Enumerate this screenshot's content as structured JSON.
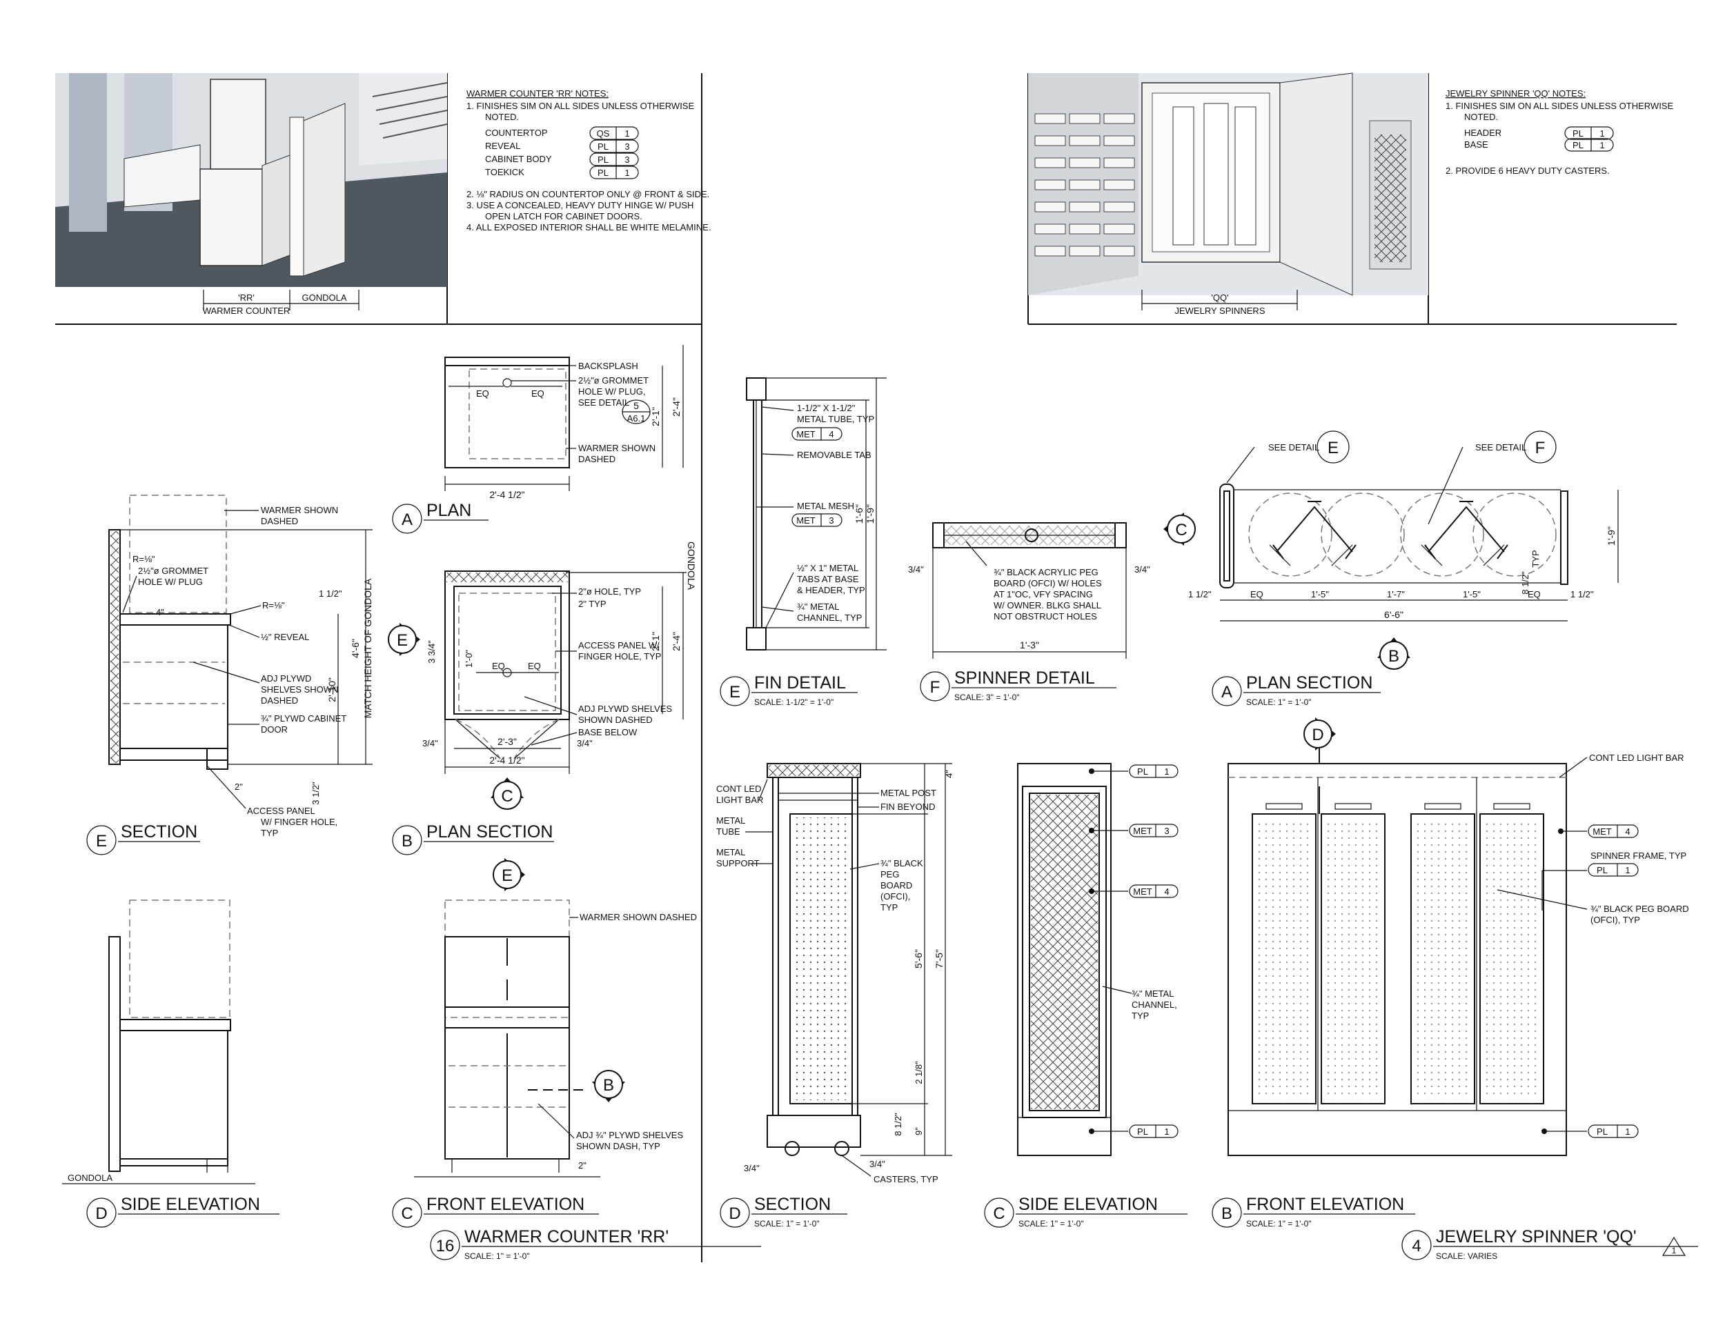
{
  "sheet": {
    "rr_renderings": {
      "rr_tag": "'RR'",
      "rr_name": "WARMER COUNTER",
      "gondola": "GONDOLA"
    },
    "qq_renderings": {
      "qq_tag": "'QQ'",
      "qq_name": "JEWELRY SPINNERS"
    },
    "rr_notes": {
      "heading": "WARMER COUNTER 'RR' NOTES:",
      "n1a": "1.   FINISHES SIM ON ALL SIDES UNLESS OTHERWISE",
      "n1b": "NOTED.",
      "finishes": [
        {
          "label": "COUNTERTOP",
          "code": "QS",
          "num": "1"
        },
        {
          "label": "REVEAL",
          "code": "PL",
          "num": "3"
        },
        {
          "label": "CABINET BODY",
          "code": "PL",
          "num": "3"
        },
        {
          "label": "TOEKICK",
          "code": "PL",
          "num": "1"
        }
      ],
      "n2": "2.   ⅛\" RADIUS ON COUNTERTOP ONLY @ FRONT & SIDE.",
      "n3a": "3.   USE A CONCEALED, HEAVY DUTY HINGE W/ PUSH",
      "n3b": "OPEN LATCH FOR CABINET DOORS.",
      "n4": "4.   ALL EXPOSED INTERIOR SHALL BE WHITE MELAMINE."
    },
    "qq_notes": {
      "heading": "JEWELRY SPINNER 'QQ' NOTES:",
      "n1a": "1.   FINISHES SIM ON ALL SIDES UNLESS OTHERWISE",
      "n1b": "NOTED.",
      "finishes": [
        {
          "label": "HEADER",
          "code": "PL",
          "num": "1"
        },
        {
          "label": "BASE",
          "code": "PL",
          "num": "1"
        }
      ],
      "n2": "2.   PROVIDE 6 HEAVY DUTY CASTERS."
    },
    "rr_plan": {
      "backsplash": "BACKSPLASH",
      "grommet1": "2½\"ø GROMMET",
      "grommet2": "HOLE W/ PLUG,",
      "grommet3": "SEE DETAIL",
      "detail_num": "5",
      "detail_sheet": "A6.1",
      "warmer1": "WARMER SHOWN",
      "warmer2": "DASHED",
      "eq": "EQ",
      "dim_w": "2'-4 1/2\"",
      "dim_d1": "2'-1\"",
      "dim_d2": "2'-4\""
    },
    "rr_section": {
      "warmer1": "WARMER SHOWN",
      "warmer2": "DASHED",
      "r1": "R=⅛\"",
      "grommet1": "2½\"ø GROMMET",
      "grommet2": "HOLE W/ PLUG",
      "r2": "R=⅛\"",
      "d4": "4\"",
      "d112": "1 1/2\"",
      "reveal": "½\" REVEAL",
      "shelves1": "ADJ PLYWD",
      "shelves2": "SHELVES SHOWN",
      "shelves3": "DASHED",
      "door1": "¾\" PLYWD CABINET",
      "door2": "DOOR",
      "dim_h": "4'-6\"",
      "match": "MATCH HEIGHT OF GONDOLA",
      "dim_h2": "2'-10\"",
      "d312": "3 1/2\"",
      "d2": "2\"",
      "access1": "ACCESS PANEL",
      "access2": "W/ FINGER HOLE,",
      "access3": "TYP"
    },
    "rr_plansec": {
      "gondola": "GONDOLA",
      "hole1": "2\"ø HOLE, TYP",
      "hole2": "2\" TYP",
      "access1": "ACCESS PANEL W/",
      "access2": "FINGER HOLE, TYP",
      "shelves1": "ADJ PLYWD SHELVES",
      "shelves2": "SHOWN DASHED",
      "base": "BASE BELOW",
      "d334": "3 3/4\"",
      "d10": "1'-0\"",
      "eq": "EQ",
      "dim_w1": "2'-3\"",
      "dim_w2": "2'-4 1/2\"",
      "d34": "3/4\"",
      "dim_d1": "2'-1\"",
      "dim_d2": "2'-4\""
    },
    "rr_front": {
      "warmer": "WARMER SHOWN DASHED",
      "shelves1": "ADJ ¾\" PLYWD SHELVES",
      "shelves2": "SHOWN DASH, TYP",
      "d2": "2\""
    },
    "rr_side": {
      "gondola": "GONDOLA"
    },
    "fin": {
      "tube1": "1-1/2\" X 1-1/2\"",
      "tube2": "METAL TUBE, TYP",
      "met4": "4",
      "tab": "REMOVABLE TAB",
      "mesh": "METAL MESH",
      "met3": "3",
      "tabs1": "½\" X 1\" METAL",
      "tabs2": "TABS AT BASE",
      "tabs3": "& HEADER, TYP",
      "chan1": "¾\" METAL",
      "chan2": "CHANNEL, TYP",
      "d16": "1'-6\"",
      "d19": "1'-9\""
    },
    "spinner": {
      "peg1": "¾\" BLACK ACRYLIC PEG",
      "peg2": "BOARD (OFCI) W/ HOLES",
      "peg3": "AT 1\"OC, VFY SPACING",
      "peg4": "W/ OWNER. BLKG SHALL",
      "peg5": "NOT OBSTRUCT HOLES",
      "d34": "3/4\"",
      "d13": "1'-3\""
    },
    "qq_plan": {
      "see_detail": "SEE DETAIL",
      "e": "E",
      "f": "F",
      "c": "C",
      "b": "B",
      "d112": "1 1/2\"",
      "eq": "EQ",
      "d15": "1'-5\"",
      "d17": "1'-7\"",
      "d66": "6'-6\"",
      "d19": "1'-9\"",
      "d812": "8 1/2\"",
      "typ": "TYP"
    },
    "qq_section": {
      "led1": "CONT LED",
      "led2": "LIGHT BAR",
      "tube1": "METAL",
      "tube2": "TUBE",
      "support1": "METAL",
      "support2": "SUPPORT",
      "post": "METAL POST",
      "fin": "FIN BEYOND",
      "peg1": "¾\" BLACK",
      "peg2": "PEG",
      "peg3": "BOARD",
      "peg4": "(OFCI),",
      "peg5": "TYP",
      "d4": "4\"",
      "d56": "5'-6\"",
      "d75": "7'-5\"",
      "d218": "2 1/8\"",
      "d812": "8 1/2\"",
      "d9": "9\"",
      "d34a": "3/4\"",
      "d34b": "3/4\"",
      "casters": "CASTERS, TYP"
    },
    "qq_side": {
      "pl": "PL",
      "met": "MET",
      "one": "1",
      "three": "3",
      "four": "4",
      "chan1": "¾\" METAL",
      "chan2": "CHANNEL,",
      "chan3": "TYP"
    },
    "qq_front": {
      "d": "D",
      "led": "CONT LED LIGHT BAR",
      "met": "MET",
      "four": "4",
      "frame": "SPINNER FRAME, TYP",
      "pl": "PL",
      "one": "1",
      "peg1": "¾\" BLACK PEG BOARD",
      "peg2": "(OFCI), TYP"
    },
    "titles": {
      "rr_e": {
        "l": "E",
        "t": "SECTION"
      },
      "rr_a": {
        "l": "A",
        "t": "PLAN"
      },
      "rr_b": {
        "l": "B",
        "t": "PLAN SECTION"
      },
      "rr_d": {
        "l": "D",
        "t": "SIDE ELEVATION"
      },
      "rr_c": {
        "l": "C",
        "t": "FRONT ELEVATION"
      },
      "rr_main": {
        "l": "16",
        "t": "WARMER COUNTER 'RR'",
        "s": "SCALE:  1\" = 1'-0\""
      },
      "qq_e": {
        "l": "E",
        "t": "FIN DETAIL",
        "s": "SCALE:  1-1/2\" = 1'-0\""
      },
      "qq_f": {
        "l": "F",
        "t": "SPINNER DETAIL",
        "s": "SCALE:  3\" = 1'-0\""
      },
      "qq_a": {
        "l": "A",
        "t": "PLAN SECTION",
        "s": "SCALE:  1\" = 1'-0\""
      },
      "qq_d": {
        "l": "D",
        "t": "SECTION",
        "s": "SCALE:  1\" = 1'-0\""
      },
      "qq_c": {
        "l": "C",
        "t": "SIDE ELEVATION",
        "s": "SCALE:  1\" = 1'-0\""
      },
      "qq_b": {
        "l": "B",
        "t": "FRONT ELEVATION",
        "s": "SCALE:  1\" = 1'-0\""
      },
      "qq_main": {
        "l": "4",
        "t": "JEWELRY SPINNER 'QQ'",
        "s": "SCALE:  VARIES"
      }
    },
    "callouts": {
      "e": "E",
      "c": "C",
      "b": "B",
      "revision": "1"
    }
  }
}
